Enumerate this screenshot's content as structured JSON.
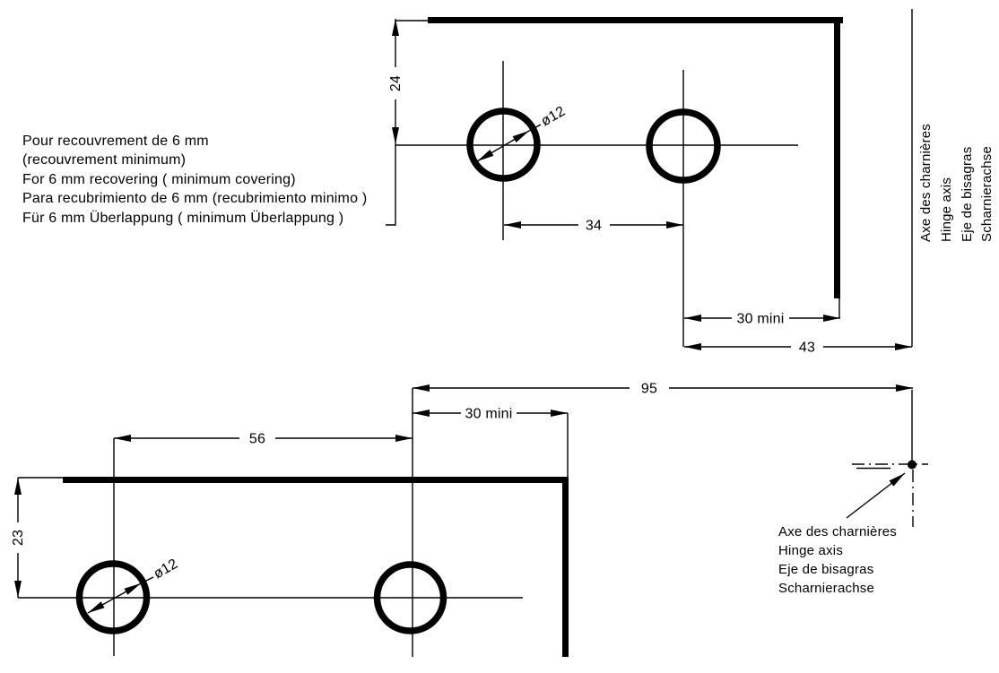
{
  "page": {
    "background": "#ffffff",
    "line_color": "#000000"
  },
  "notes": {
    "lines": [
      "Pour recouvrement de 6 mm",
      "(recouvrement minimum)",
      "For 6 mm recovering ( minimum covering)",
      "Para recubrimiento de 6 mm (recubrimiento minimo )",
      "Für 6 mm Überlappung ( minimum Überlappung )"
    ]
  },
  "top_view": {
    "dim_24": "24",
    "dim_34": "34",
    "dim_30_mini": "30 mini",
    "dim_43": "43",
    "hole_diameter": "ø12",
    "axis_labels": [
      "Axe des charnières",
      "Hinge axis",
      "Eje de bisagras",
      "Scharnierachse"
    ]
  },
  "bottom_view": {
    "dim_95": "95",
    "dim_30_mini": "30 mini",
    "dim_56": "56",
    "dim_23": "23",
    "hole_diameter": "ø12",
    "axis_labels": [
      "Axe des charnières",
      "Hinge axis",
      "Eje de bisagras",
      "Scharnierachse"
    ]
  }
}
